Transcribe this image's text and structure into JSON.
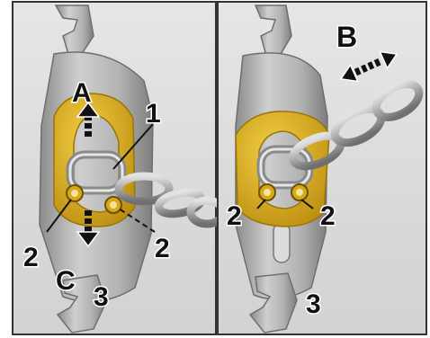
{
  "panels": {
    "left": {
      "labels": {
        "a": "A",
        "c": "C",
        "one": "1",
        "two_left": "2",
        "two_right": "2",
        "three": "3"
      }
    },
    "right": {
      "labels": {
        "b": "B",
        "two_left": "2",
        "two_right": "2",
        "three": "3"
      }
    }
  },
  "colors": {
    "ring": "#e0b21e",
    "ring_dark": "#b08610",
    "metal": "#b9b9b9",
    "metal_dark": "#7e7e7e",
    "background": "#dcdcdc",
    "border": "#333333"
  },
  "icons": {
    "arrow_a": "arrow-up-icon",
    "arrow_c": "arrow-down-icon",
    "arrow_b": "double-arrow-icon"
  }
}
